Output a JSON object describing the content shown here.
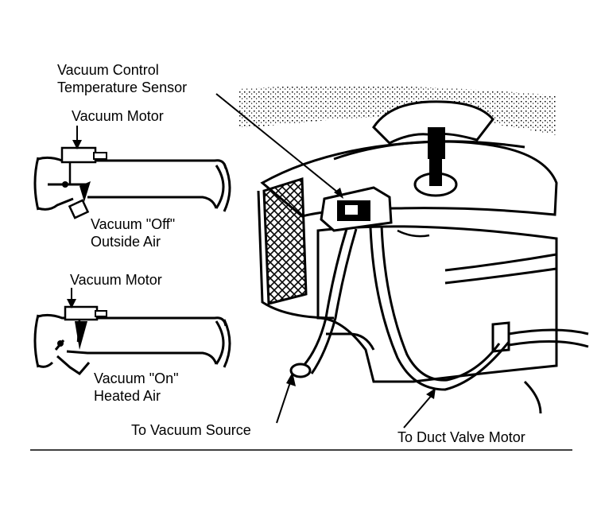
{
  "labels": {
    "sensor_line1": "Vacuum Control",
    "sensor_line2": "Temperature Sensor",
    "motor_top": "Vacuum Motor",
    "off_line1": "Vacuum \"Off\"",
    "off_line2": "Outside Air",
    "motor_bottom": "Vacuum Motor",
    "on_line1": "Vacuum \"On\"",
    "on_line2": "Heated Air",
    "vacuum_source": "To Vacuum Source",
    "duct_valve": "To Duct Valve Motor"
  },
  "colors": {
    "ink": "#000000",
    "paper": "#ffffff"
  }
}
